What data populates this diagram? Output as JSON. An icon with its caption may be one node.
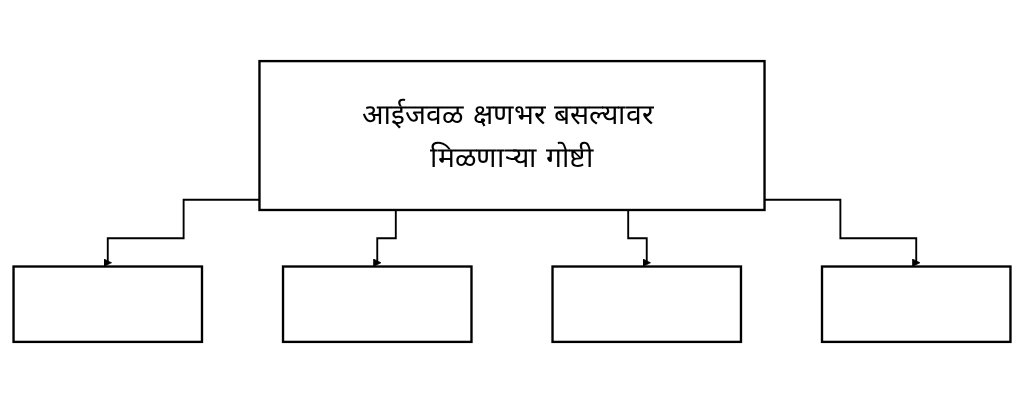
{
  "diagram": {
    "nodes": [
      {
        "text": [
          "आईजवळ क्षणभर बसल्यावर मिळणाऱ्या गोष्टी"
        ]
      },
      {
        "text": [],
        "shape": "box"
      },
      {
        "text": [],
        "shape": "box"
      },
      {
        "text": [],
        "shape": "box"
      },
      {
        "text": [],
        "shape": "box"
      }
    ],
    "edges": [
      {
        "from": 0,
        "to": 1,
        "arrow": "to"
      },
      {
        "from": 0,
        "to": 2,
        "arrow": "to"
      },
      {
        "from": 0,
        "to": 3,
        "arrow": "to"
      },
      {
        "from": 0,
        "to": 4,
        "arrow": "to"
      }
    ]
  }
}
